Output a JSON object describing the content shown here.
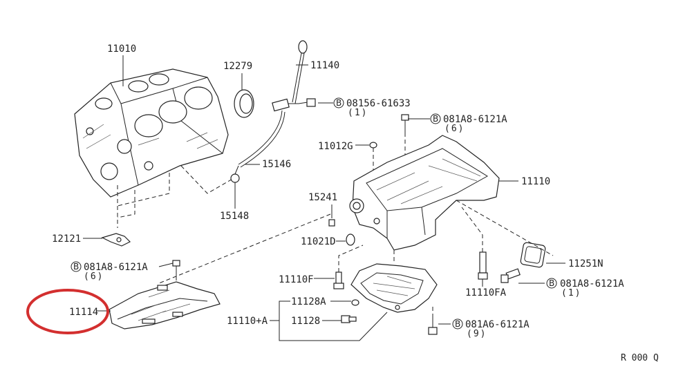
{
  "labels": {
    "p11010": "11010",
    "p12279": "12279",
    "p11140": "11140",
    "p08156": "08156-61633",
    "p08156_qty": "(1)",
    "p081A8_a": "081A8-6121A",
    "p081A8_a_qty": "(6)",
    "p11012G": "11012G",
    "p11110": "11110",
    "p15146": "15146",
    "p15148": "15148",
    "p15241": "15241",
    "p11021D": "11021D",
    "p12121": "12121",
    "p081A8_b": "081A8-6121A",
    "p081A8_b_qty": "(6)",
    "p11114": "11114",
    "p11110F": "11110F",
    "p11128A": "11128A",
    "p11110A": "11110+A",
    "p11128": "11128",
    "p11251N": "11251N",
    "p11110FA": "11110FA",
    "p081A8_c": "081A8-6121A",
    "p081A8_c_qty": "(1)",
    "p081A6": "081A6-6121A",
    "p081A6_qty": "(9)",
    "ref": "R 000 Q",
    "bolt_mark": "B"
  },
  "colors": {
    "line": "#222222",
    "highlight_circle": "#d32f2f"
  }
}
